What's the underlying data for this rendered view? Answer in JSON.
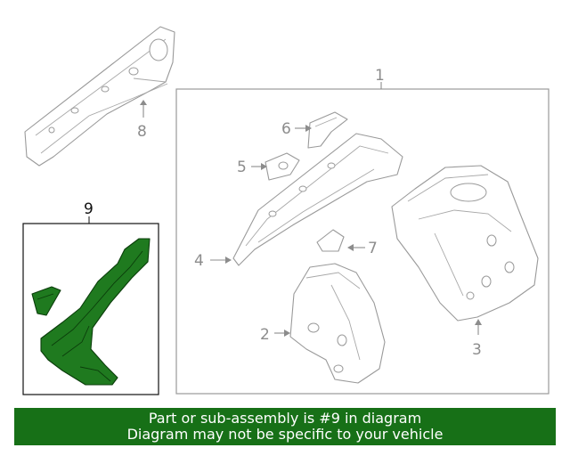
{
  "callouts": {
    "c1": "1",
    "c2": "2",
    "c3": "3",
    "c4": "4",
    "c5": "5",
    "c6": "6",
    "c7": "7",
    "c8": "8",
    "c9": "9"
  },
  "banner": {
    "line1": "Part or sub-assembly is #9 in diagram",
    "line2": "Diagram may not be specific to your vehicle"
  },
  "colors": {
    "highlight": "#1f7a1f",
    "banner": "#177017",
    "line_art": "#9a9a9a"
  }
}
